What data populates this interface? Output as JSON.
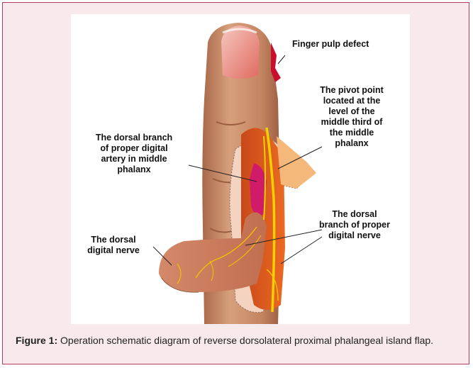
{
  "figure": {
    "labels": {
      "finger_pulp_defect": "Finger pulp defect",
      "pivot_point": "The pivot point\nlocated at the\nlevel of the\nmiddle third of\nthe middle\nphalanx",
      "dorsal_branch_artery": "The dorsal branch\nof proper digital\nartery in middle\nphalanx",
      "dorsal_branch_nerve": "The dorsal\nbranch of proper\ndigital nerve",
      "dorsal_digital_nerve": "The dorsal\ndigital nerve"
    }
  },
  "caption": {
    "label": "Figure 1:",
    "text": " Operation schematic diagram of reverse dorsolateral proximal phalangeal island flap."
  },
  "colors": {
    "frame_border": "#b43a5e",
    "frame_bg": "#f8eaec",
    "skin": "#c98d67",
    "flap": "#e35a1e",
    "artery": "#f4d000",
    "pulp_defect": "#c8102e"
  }
}
